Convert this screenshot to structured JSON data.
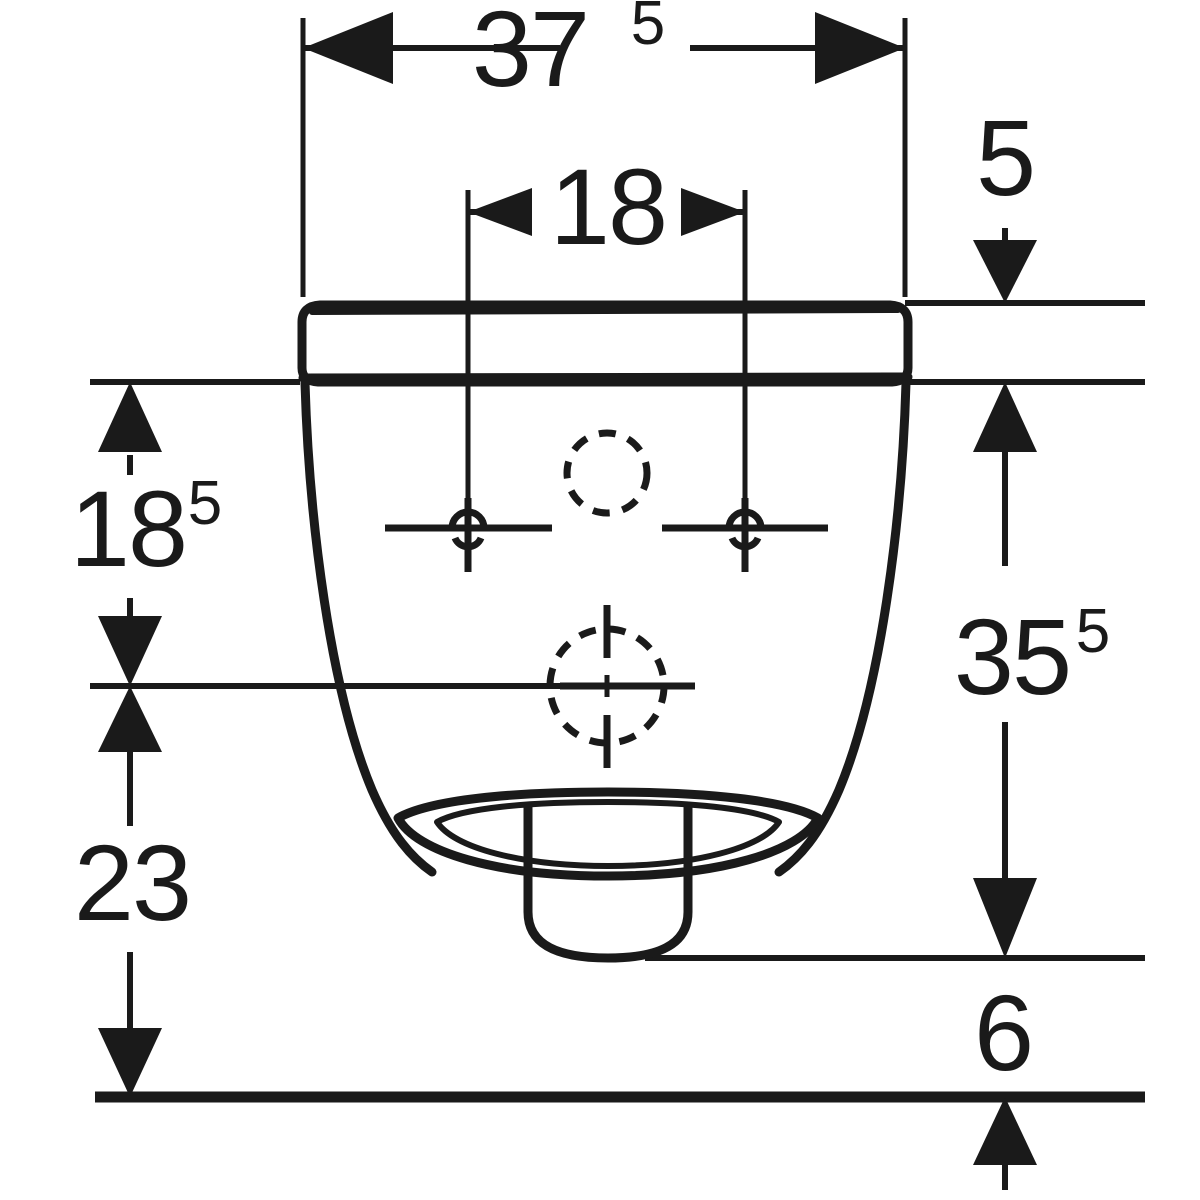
{
  "drawing": {
    "type": "technical-dimension-drawing",
    "subject": "wall-hung-toilet-front-elevation",
    "units": "cm",
    "line_color": "#1a1a1a",
    "background_color": "#ffffff"
  },
  "dimensions": {
    "overall_width": {
      "label": "37",
      "superscript": "5",
      "value": 37.5,
      "orientation": "horizontal",
      "position": "top",
      "name": "overall-width"
    },
    "bolt_spacing": {
      "label": "18",
      "superscript": "",
      "value": 18,
      "orientation": "horizontal",
      "position": "top-inner",
      "name": "fixing-bolt-spacing"
    },
    "seat_thickness": {
      "label": "5",
      "superscript": "",
      "value": 5,
      "orientation": "vertical",
      "position": "right-upper",
      "name": "seat-lid-height"
    },
    "seat_to_outlet": {
      "label": "18",
      "superscript": "5",
      "value": 18.5,
      "orientation": "vertical",
      "position": "left-upper",
      "name": "rim-to-outlet-centre"
    },
    "outlet_to_floor": {
      "label": "23",
      "superscript": "",
      "value": 23,
      "orientation": "vertical",
      "position": "left-lower",
      "name": "outlet-centre-to-floor"
    },
    "bowl_height": {
      "label": "35",
      "superscript": "5",
      "value": 35.5,
      "orientation": "vertical",
      "position": "right-main",
      "name": "bowl-overall-height"
    },
    "floor_clearance": {
      "label": "6",
      "superscript": "",
      "value": 6,
      "orientation": "vertical",
      "position": "right-lower",
      "name": "floor-clearance"
    }
  },
  "features": {
    "flush_connection": {
      "name": "flush-connection-circle",
      "style": "hidden-dashed"
    },
    "waste_outlet": {
      "name": "waste-outlet-circle",
      "style": "hidden-dashed-with-centre-mark"
    },
    "bolt_hole_left": {
      "name": "fixing-bolt-left",
      "style": "centre-mark"
    },
    "bolt_hole_right": {
      "name": "fixing-bolt-right",
      "style": "centre-mark"
    },
    "seat_lid": {
      "name": "toilet-seat-lid",
      "style": "solid-outline"
    },
    "bowl": {
      "name": "toilet-bowl",
      "style": "solid-outline"
    },
    "rim": {
      "name": "bowl-rim-ellipse",
      "style": "solid-outline"
    },
    "trap": {
      "name": "trap-outlet",
      "style": "solid-outline"
    },
    "floor_line": {
      "name": "floor-reference-line",
      "style": "heavy-solid"
    }
  }
}
